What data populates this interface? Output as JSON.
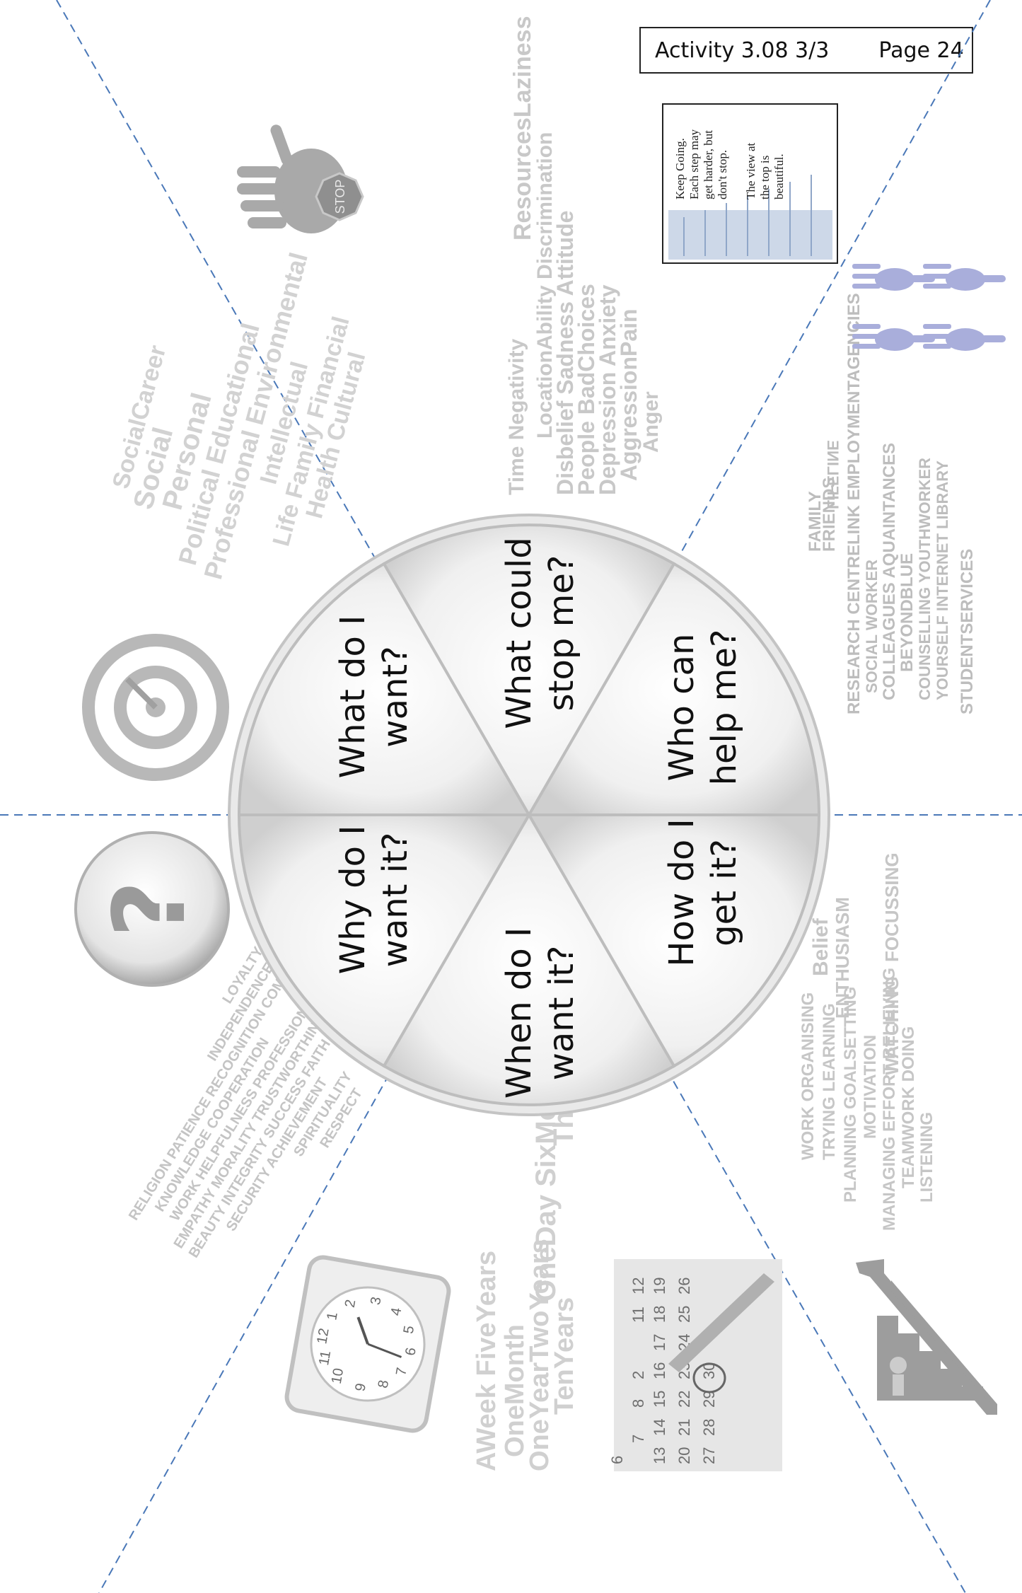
{
  "header": {
    "activity": "Activity 3.08  3/3",
    "page": "Page 24"
  },
  "wheel": {
    "segments": [
      {
        "id": "want",
        "line1": "What do I",
        "line2": "want?"
      },
      {
        "id": "stop",
        "line1": "What could",
        "line2": "stop me?"
      },
      {
        "id": "help",
        "line1": "Who can",
        "line2": "help me?"
      },
      {
        "id": "why",
        "line1": "Why do I",
        "line2": "want it?"
      },
      {
        "id": "when",
        "line1": "When do I",
        "line2": "want it?"
      },
      {
        "id": "how",
        "line1": "How do I",
        "line2": "get it?"
      }
    ]
  },
  "quote_card": {
    "line1": "Keep Going.",
    "line2": "Each step may",
    "line3": "get harder, but",
    "line4": "don't stop.",
    "line5": "The view at",
    "line6": "the top is",
    "line7": "beautiful."
  },
  "word_clouds": {
    "obstacles": {
      "line1": "ResourcesLaziness",
      "line2": "LocationAbility Discrimination",
      "line3": "Time Negativity",
      "line4": "Disbelief Sadness Attitude",
      "line5": "People BadChoices",
      "line6": "Depression Anxiety",
      "line7": "AggressionPain",
      "line8": "Anger"
    },
    "goals": {
      "line1": "SocialCareer",
      "line2": "Social",
      "line3": "Personal",
      "line4": "Political Educational",
      "line5": "Professional Environmental",
      "line6": "Intellectual",
      "line7": "Life Family Financial",
      "line8": "Health Cultural"
    },
    "helpers": {
      "line1": "LIFELINE",
      "line2": "FAMILY",
      "line3": "FRIENDS",
      "line4": "RESEARCH CENTRELINK EMPLOYMENTAGENCIES",
      "line5": "SOCIAL WORKER",
      "line6": "COLLEAGUES AQUAINTANCES",
      "line7": "BEYONDBLUE",
      "line8": "COUNSELLING YOUTHWORKER",
      "line9": "YOURSELF INTERNET LIBRARY",
      "line10": "STUDENTSERVICES"
    },
    "reasons": {
      "line1": "LOYALTY",
      "line2": "INDEPENDENCE DEDICATION",
      "line3": "RELIGION PATIENCE RECOGNITION COMPASSION",
      "line4": "KNOWLEDGE COOPERATION",
      "line5": "WORK HELPFULNESS PROFESSIONALISM",
      "line6": "EMPATHY MORALITY TRUSTWORTHINESS JUSTICE",
      "line7": "BEAUTY INTEGRITY SUCCESS FAITH",
      "line8": "SECURITY ACHIEVEMENT",
      "line9": "SPIRITUALITY",
      "line10": "RESPECT"
    },
    "timeframes": {
      "line1": "ThreeMonths",
      "line2": "OneDay SixMonths",
      "line3": "AWeek FiveYears",
      "line4": "OneMonth",
      "line5": "OneYearTwoYears",
      "line6": "TenYears"
    },
    "actions": {
      "line1": "FOCUSSING",
      "line2": "Belief",
      "line3": "ENTHUSIASM",
      "line4": "WATCHING",
      "line5": "WORK ORGANISING",
      "line6": "TRYING LEARNING",
      "line7": "PLANNING GOALSETTING",
      "line8": "MOTIVATION",
      "line9": "MANAGING EFFORT BELIEVING",
      "line10": "TEAMWORK DOING",
      "line11": "LISTENING"
    }
  },
  "calendar": {
    "numbers": [
      "2",
      "7",
      "8",
      "13",
      "14",
      "15",
      "16",
      "17",
      "18",
      "19",
      "20",
      "21",
      "22",
      "23",
      "24",
      "25",
      "26",
      "27",
      "28",
      "29",
      "30",
      "6",
      "11",
      "12"
    ]
  },
  "clock": {
    "numbers": [
      "12",
      "1",
      "2",
      "3",
      "4",
      "5",
      "6",
      "7",
      "8",
      "9",
      "10",
      "11"
    ]
  },
  "icons": {
    "stop_sign_text": "STOP"
  },
  "colors": {
    "dash_line": "#4a78b8",
    "wordcloud_gray": "#c8c8c8",
    "helper_gray": "#bdbdbd",
    "hands": "#9fa4d2"
  }
}
